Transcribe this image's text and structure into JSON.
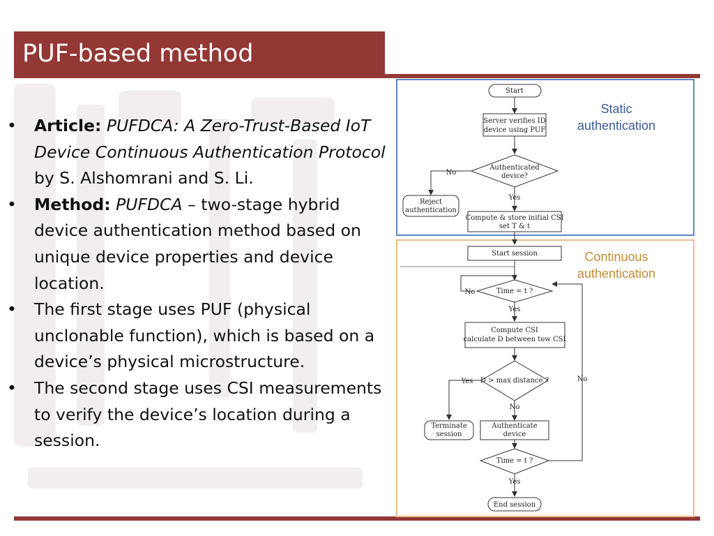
{
  "slide": {
    "title": "PUF-based method",
    "colors": {
      "title_bar": "#933835",
      "static_border": "#5b87c9",
      "continuous_border": "#e8be8a",
      "static_label": "#3a5a96",
      "continuous_label": "#c58a32"
    }
  },
  "bullets": {
    "b1": {
      "label": "Article:",
      "title": "PUFDCA: A Zero-Trust-Based IoT Device Continuous Authentication Protocol",
      "rest": " by S. Alshomrani and S. Li."
    },
    "b2": {
      "label": "Method:",
      "name": "PUFDCA",
      "rest": " – two-stage hybrid device authentication method based on unique device properties and device location."
    },
    "b3": {
      "text": "The first stage uses PUF (physical unclonable function), which is based on a device’s physical microstructure."
    },
    "b4": {
      "text": "The second stage uses CSI measurements to verify the device’s location during a session."
    }
  },
  "flowchart": {
    "zones": {
      "static": "Static authentication",
      "continuous": "Continuous authentication"
    },
    "nodes": {
      "start": "Start",
      "verify_l1": "Server verifies ID",
      "verify_l2": "device using PUF",
      "auth_l1": "Authenticated",
      "auth_l2": "device?",
      "reject_l1": "Reject",
      "reject_l2": "authentication",
      "compute_initial_l1": "Compute & store initial CSI",
      "compute_initial_l2": "set T & t",
      "start_session": "Start session",
      "time_check_1": "Time = t ?",
      "compute_csi_l1": "Compute CSI",
      "compute_csi_l2": "calculate D between tow CSI",
      "distance_check": "D > max distance ?",
      "terminate_l1": "Terminate",
      "terminate_l2": "session",
      "authenticate_l1": "Authenticate",
      "authenticate_l2": "device",
      "time_check_2": "Time = t ?",
      "end_session": "End session"
    },
    "edges": {
      "auth_no": "No",
      "auth_yes": "Yes",
      "time1_no": "No",
      "time1_yes": "Yes",
      "dist_yes": "Yes",
      "dist_no": "No",
      "time2_no": "No",
      "time2_yes": "Yes"
    }
  }
}
